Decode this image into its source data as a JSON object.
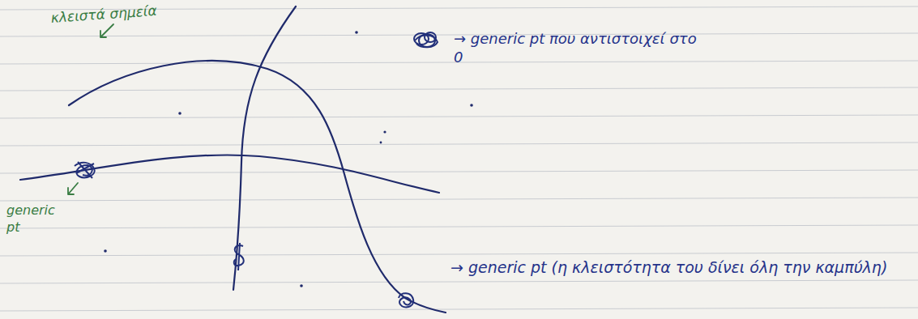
{
  "diagram": {
    "labels": [
      "κλειστά σημεία",
      "generic pt",
      "→ generic pt που αντιστοιχεί στο 0",
      "→ generic pt (η κλειστότητα του δίνει όλη την καμπύλη)"
    ]
  }
}
